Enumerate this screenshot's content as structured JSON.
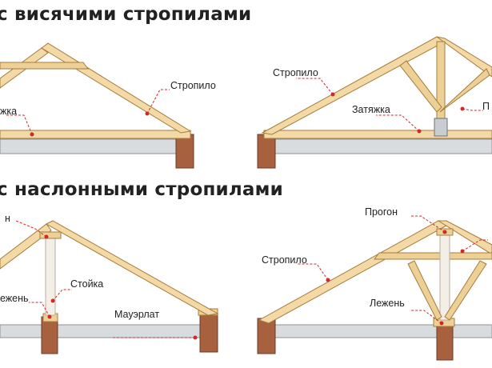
{
  "headings": {
    "hanging": "с висячими стропилами",
    "layered": "с наслонными стропилами"
  },
  "labels": {
    "d1_rafter": "Стропило",
    "d1_tie": "жка",
    "d2_rafter": "Стропило",
    "d2_tie": "Затяжка",
    "d2_right": "П",
    "d3_top": "н",
    "d3_lezhen": "ежень",
    "d3_stoyka": "Стойка",
    "d3_mauerlat": "Мауэрлат",
    "d4_progon": "Прогон",
    "d4_rafter": "Стропило",
    "d4_lezhen": "Лежень"
  },
  "colors": {
    "wood": "#f2d9a6",
    "wood_edge": "#a77b3c",
    "brick": "#a8613f",
    "slab": "#d9dcdf",
    "leader": "#d32828"
  }
}
